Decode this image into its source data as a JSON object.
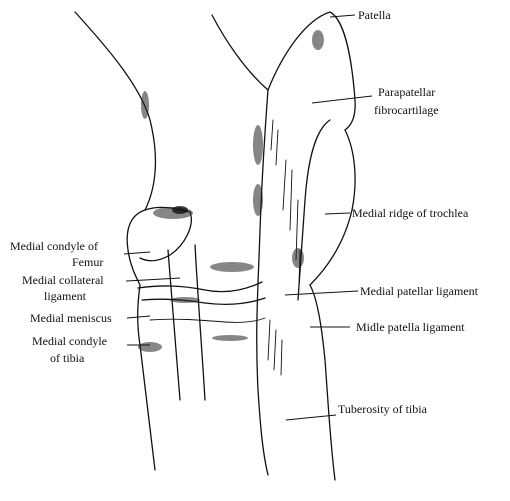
{
  "labels": {
    "patella": "Patella",
    "parapatellar_1": "Parapatellar",
    "parapatellar_2": "fibrocartilage",
    "medial_ridge": "Medial ridge of trochlea",
    "medial_condyle_femur_1": "Medial condyle of",
    "medial_condyle_femur_2": "Femur",
    "medial_collateral_1": "Medial collateral",
    "medial_collateral_2": "ligament",
    "medial_patellar": "Medial patellar ligament",
    "medial_meniscus": "Medial meniscus",
    "midle_patella": "Midle patella ligament",
    "medial_condyle_tibia_1": "Medial condyle",
    "medial_condyle_tibia_2": "of tibia",
    "tuberosity": "Tuberosity of tibia"
  },
  "colors": {
    "ink": "#111111",
    "background": "#ffffff"
  }
}
